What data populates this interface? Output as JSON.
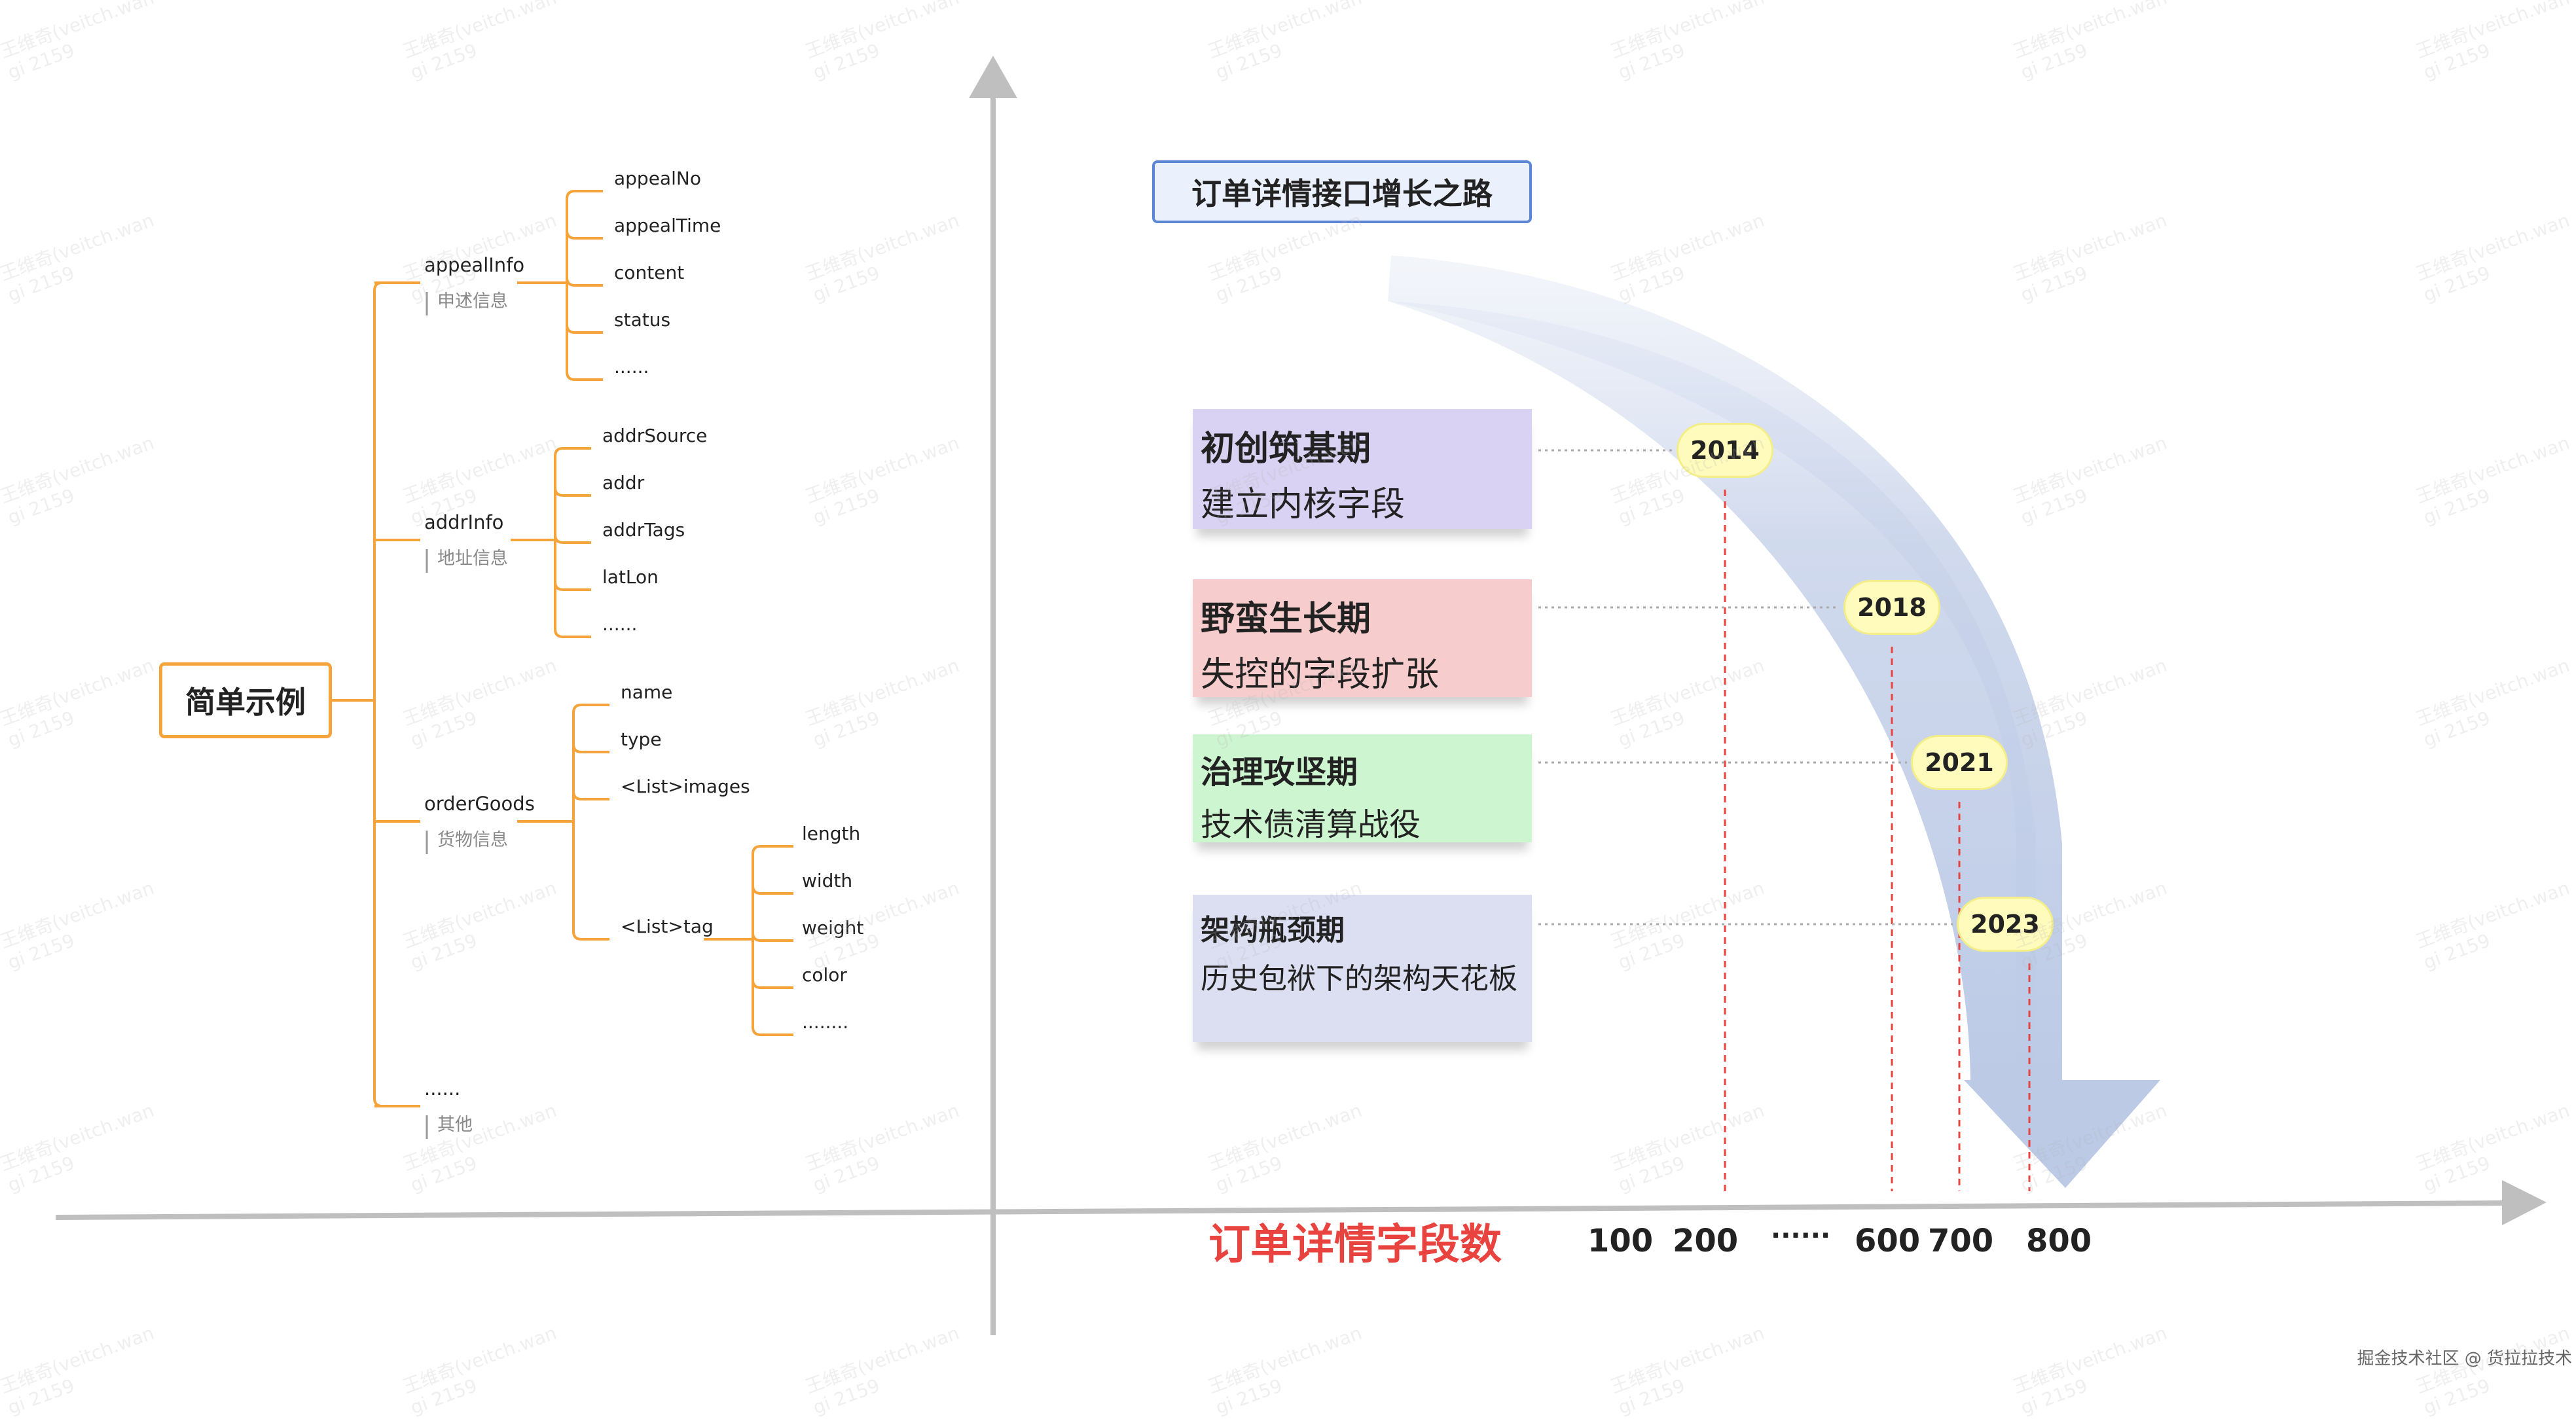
{
  "mindmap": {
    "root": "简单示例",
    "branches": [
      {
        "label": "appealInfo",
        "note": "申述信息",
        "children": [
          "appealNo",
          "appealTime",
          "content",
          "status",
          "......"
        ]
      },
      {
        "label": "addrInfo",
        "note": "地址信息",
        "children": [
          "addrSource",
          "addr",
          "addrTags",
          "latLon",
          "......"
        ]
      },
      {
        "label": "orderGoods",
        "note": "货物信息",
        "children": [
          "name",
          "type",
          "<List>images",
          "<List>tag"
        ],
        "tag_children": [
          "length",
          "width",
          "weight",
          "color",
          "........"
        ]
      },
      {
        "label": "......",
        "note": "其他"
      }
    ]
  },
  "timeline": {
    "title": "订单详情接口增长之路",
    "stages": [
      {
        "name": "初创筑基期",
        "desc": "建立内核字段",
        "year": "2014",
        "color": "#d9d2f2"
      },
      {
        "name": "野蛮生长期",
        "desc": "失控的字段扩张",
        "year": "2018",
        "color": "#f7cccc"
      },
      {
        "name": "治理攻坚期",
        "desc": "技术债清算战役",
        "year": "2021",
        "color": "#cdf5cf"
      },
      {
        "name": "架构瓶颈期",
        "desc": "历史包袱下的架构天花板",
        "year": "2023",
        "color": "#dcdff2"
      }
    ],
    "x_axis_label": "订单详情字段数",
    "x_ticks": [
      "100",
      "200",
      "......",
      "600",
      "700",
      "800"
    ],
    "arrow_color": "#c8d3ea",
    "axis_color": "#bfbfbf",
    "accent_red": "#e8433e"
  },
  "watermark": {
    "line1": "王维奇(veitch.wan",
    "line2": "gi 2159"
  },
  "footer": "掘金技术社区 @ 货拉拉技术"
}
